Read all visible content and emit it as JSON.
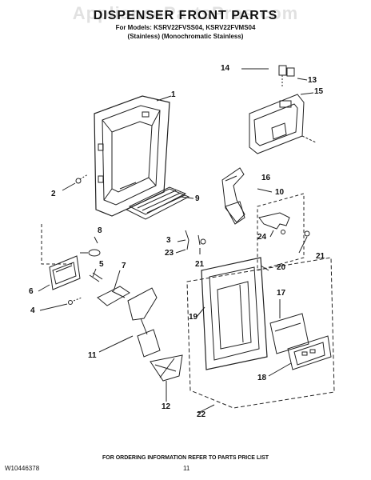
{
  "watermark": "AppliancePartsPros.com",
  "header": {
    "title": "DISPENSER FRONT PARTS",
    "models": "For Models: KSRV22FVSS04, KSRV22FVMS04",
    "variants": "(Stainless) (Monochromatic Stainless)"
  },
  "callouts": [
    "1",
    "2",
    "3",
    "4",
    "5",
    "6",
    "7",
    "8",
    "9",
    "10",
    "11",
    "12",
    "13",
    "14",
    "15",
    "16",
    "17",
    "18",
    "19",
    "20",
    "21",
    "21",
    "22",
    "23",
    "24"
  ],
  "footer": {
    "note": "FOR ORDERING INFORMATION REFER TO PARTS PRICE LIST",
    "doc_number": "W10446378",
    "page_number": "11"
  }
}
